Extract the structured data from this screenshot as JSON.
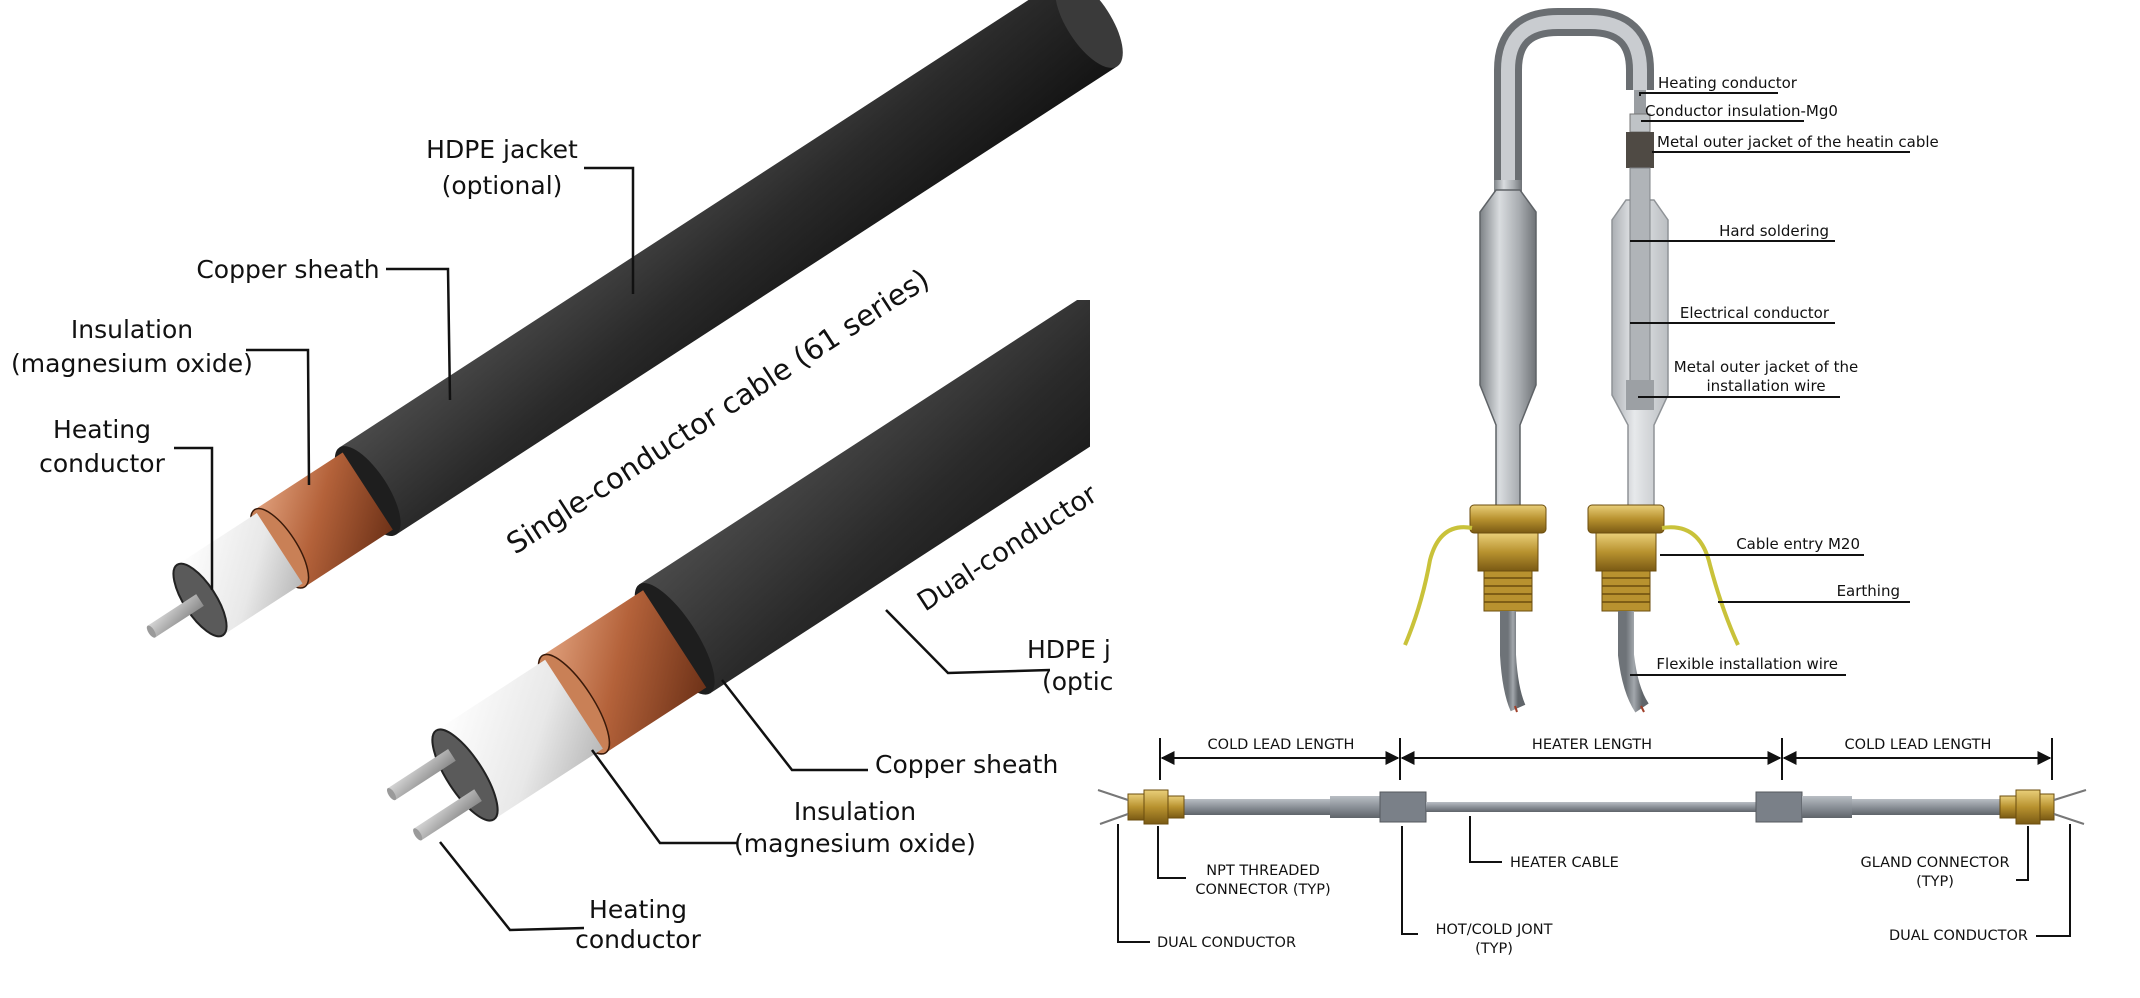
{
  "colors": {
    "jacket": "#2b2b2b",
    "copper": "#b4623a",
    "insulation": "#eeeeee",
    "conductor": "#a9a9a9",
    "brass": "#b8922f",
    "earth_wire": "#c9c23a",
    "tube": "#b5b8bb",
    "cable_gray": "#8b9198",
    "leader": "#111111"
  },
  "left_diagram": {
    "single": {
      "title": "Single-conductor cable (61 series)",
      "hdpe_jacket": [
        "HDPE jacket",
        "(optional)"
      ],
      "copper_sheath": "Copper sheath",
      "insulation": [
        "Insulation",
        "(magnesium oxide)"
      ],
      "heating_conductor": [
        "Heating",
        "conductor"
      ]
    },
    "dual": {
      "title": "Dual-conductor",
      "hdpe_jacket": [
        "HDPE j",
        "(optic"
      ],
      "copper_sheath": "Copper sheath",
      "insulation": [
        "Insulation",
        "(magnesium oxide)"
      ],
      "heating_conductor": [
        "Heating",
        "conductor"
      ]
    }
  },
  "right_top": {
    "labels": {
      "heating_conductor": "Heating conductor",
      "conductor_insulation": "Conductor insulation-Mg0",
      "metal_outer_jacket_heating": "Metal outer jacket of the heatin cable",
      "hard_soldering": "Hard soldering",
      "electrical_conductor": "Electrical conductor",
      "metal_outer_jacket_installation": [
        "Metal outer jacket of the",
        "installation wire"
      ],
      "cable_entry": "Cable entry M20",
      "earthing": "Earthing",
      "flexible_installation_wire": "Flexible installation wire"
    }
  },
  "right_bottom": {
    "dimensions": {
      "cold_lead_left": "COLD LEAD LENGTH",
      "heater_length": "HEATER LENGTH",
      "cold_lead_right": "COLD LEAD LENGTH"
    },
    "labels": {
      "npt_connector": [
        "NPT THREADED",
        "CONNECTOR (TYP)"
      ],
      "heater_cable": "HEATER CABLE",
      "gland_connector": [
        "GLAND CONNECTOR",
        "(TYP)"
      ],
      "dual_conductor_left": "DUAL CONDUCTOR",
      "hot_cold_joint": [
        "HOT/COLD JONT",
        "(TYP)"
      ],
      "dual_conductor_right": "DUAL CONDUCTOR"
    }
  }
}
